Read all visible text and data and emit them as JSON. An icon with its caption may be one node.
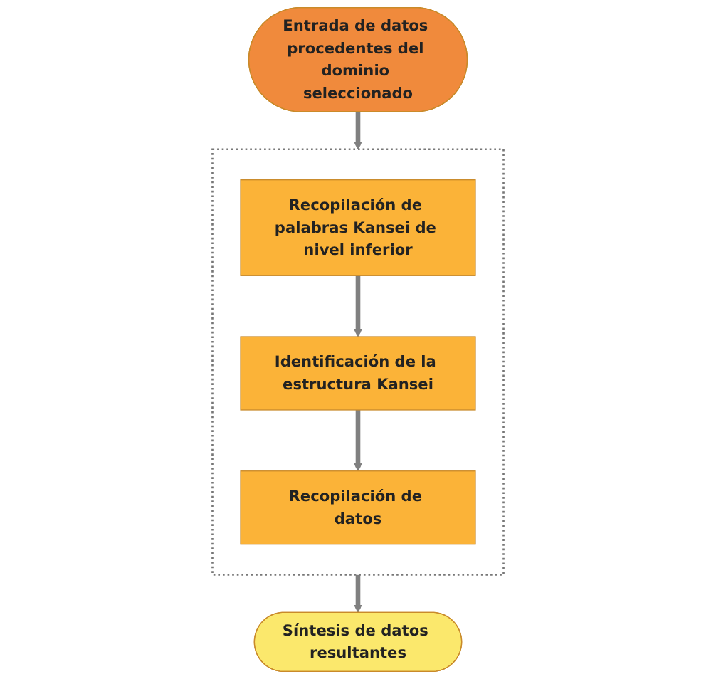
{
  "diagram": {
    "nodes": [
      {
        "text": [],
        "shape": "box"
      },
      {
        "text": [
          "Recopilación de palabras Kansei de nivel inferior"
        ],
        "in": 0
      },
      {
        "text": [
          "Identificación de la estructura Kansei"
        ],
        "in": 0
      },
      {
        "text": [
          "Recopilación de datos"
        ],
        "in": 0
      },
      {
        "text": [
          "Entrada de datos procedentes del dominio seleccionado"
        ]
      },
      {
        "text": [
          "Síntesis de datos resultantes"
        ]
      }
    ],
    "edges": [
      {
        "from": 1,
        "to": 2,
        "arrow": "to"
      },
      {
        "from": 2,
        "to": 3,
        "arrow": "to"
      },
      {
        "from": 4,
        "to": 0,
        "arrow": "to"
      },
      {
        "from": 0,
        "to": 5,
        "arrow": "to"
      }
    ]
  }
}
